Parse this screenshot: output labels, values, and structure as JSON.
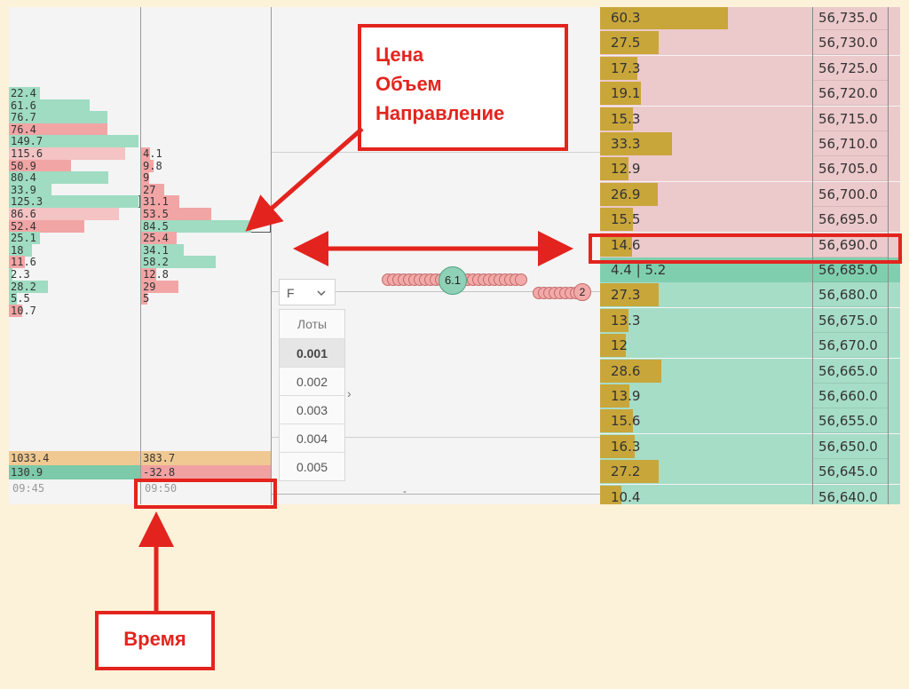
{
  "cluster1": {
    "rows": [
      {
        "label": "22.4",
        "dir": "buy",
        "level": 0.24
      },
      {
        "label": "61.6",
        "dir": "buy",
        "level": 0.62
      },
      {
        "label": "76.7",
        "dir": "buy",
        "level": 0.76
      },
      {
        "label": "76.4",
        "dir": "sell",
        "level": 0.76
      },
      {
        "label": "149.7",
        "dir": "buy",
        "level": 1.0
      },
      {
        "label": "115.6",
        "dir": "sell",
        "level": 0.9
      },
      {
        "label": "50.9",
        "dir": "sell",
        "level": 0.48
      },
      {
        "label": "80.4",
        "dir": "buy",
        "level": 0.77
      },
      {
        "label": "33.9",
        "dir": "buy",
        "level": 0.33
      },
      {
        "label": "125.3",
        "dir": "buy",
        "level": 1.0,
        "selected": true
      },
      {
        "label": "86.6",
        "dir": "sell",
        "level": 0.85
      },
      {
        "label": "52.4",
        "dir": "sell",
        "level": 0.58
      },
      {
        "label": "25.1",
        "dir": "buy",
        "level": 0.24
      },
      {
        "label": "18",
        "dir": "buy",
        "level": 0.18
      },
      {
        "label": "11.6",
        "dir": "sell",
        "level": 0.12
      },
      {
        "label": "2.3",
        "dir": "buy",
        "level": 0.03
      },
      {
        "label": "28.2",
        "dir": "buy",
        "level": 0.3
      },
      {
        "label": "5.5",
        "dir": "buy",
        "level": 0.06
      },
      {
        "label": "10.7",
        "dir": "sell",
        "level": 0.1
      }
    ],
    "total_volume": "1033.4",
    "total_delta": "130.9",
    "time": "09:45"
  },
  "cluster2": {
    "rows": [
      {
        "label": "",
        "dir": "none",
        "level": 0
      },
      {
        "label": "",
        "dir": "none",
        "level": 0
      },
      {
        "label": "",
        "dir": "none",
        "level": 0
      },
      {
        "label": "",
        "dir": "none",
        "level": 0
      },
      {
        "label": "",
        "dir": "none",
        "level": 0
      },
      {
        "label": "4.1",
        "dir": "sell",
        "level": 0.07
      },
      {
        "label": "9.8",
        "dir": "sell",
        "level": 0.1
      },
      {
        "label": "9",
        "dir": "sell",
        "level": 0.06
      },
      {
        "label": "27",
        "dir": "sell",
        "level": 0.18
      },
      {
        "label": "31.1",
        "dir": "sell",
        "level": 0.3
      },
      {
        "label": "53.5",
        "dir": "sell",
        "level": 0.55
      },
      {
        "label": "84.5",
        "dir": "buy",
        "level": 0.86,
        "selected": true
      },
      {
        "label": "25.4",
        "dir": "sell",
        "level": 0.28
      },
      {
        "label": "34.1",
        "dir": "buy",
        "level": 0.33
      },
      {
        "label": "58.2",
        "dir": "buy",
        "level": 0.58
      },
      {
        "label": "12.8",
        "dir": "sell",
        "level": 0.12
      },
      {
        "label": "29",
        "dir": "sell",
        "level": 0.29
      },
      {
        "label": "5",
        "dir": "sell",
        "level": 0.05
      },
      {
        "label": "",
        "dir": "none",
        "level": 0
      }
    ],
    "total_volume": "383.7",
    "total_delta": "-32.8",
    "time": "09:50"
  },
  "tape": {
    "filter_label": "F",
    "lots_header": "Лоты",
    "lots": [
      "0.001",
      "0.002",
      "0.003",
      "0.004",
      "0.005"
    ],
    "bubble_large": "6.1",
    "bubble_small": "2",
    "bottom_dash": "-"
  },
  "dom": {
    "rows": [
      {
        "vol": "60.3",
        "price": "56,735.0",
        "side": "ask",
        "level": 1.0
      },
      {
        "vol": "27.5",
        "price": "56,730.0",
        "side": "ask",
        "level": 0.46
      },
      {
        "vol": "17.3",
        "price": "56,725.0",
        "side": "ask",
        "level": 0.29
      },
      {
        "vol": "19.1",
        "price": "56,720.0",
        "side": "ask",
        "level": 0.32
      },
      {
        "vol": "15.3",
        "price": "56,715.0",
        "side": "ask",
        "level": 0.26
      },
      {
        "vol": "33.3",
        "price": "56,710.0",
        "side": "ask",
        "level": 0.56
      },
      {
        "vol": "12.9",
        "price": "56,705.0",
        "side": "ask",
        "level": 0.22
      },
      {
        "vol": "26.9",
        "price": "56,700.0",
        "side": "ask",
        "level": 0.45
      },
      {
        "vol": "15.5",
        "price": "56,695.0",
        "side": "ask",
        "level": 0.26
      },
      {
        "vol": "14.6",
        "price": "56,690.0",
        "side": "ask",
        "level": 0.25
      },
      {
        "vol": "4.4 | 5.2",
        "price": "56,685.0",
        "side": "spread",
        "level": 0
      },
      {
        "vol": "27.3",
        "price": "56,680.0",
        "side": "bid",
        "level": 0.46
      },
      {
        "vol": "13.3",
        "price": "56,675.0",
        "side": "bid",
        "level": 0.22
      },
      {
        "vol": "12",
        "price": "56,670.0",
        "side": "bid",
        "level": 0.2
      },
      {
        "vol": "28.6",
        "price": "56,665.0",
        "side": "bid",
        "level": 0.48
      },
      {
        "vol": "13.9",
        "price": "56,660.0",
        "side": "bid",
        "level": 0.23
      },
      {
        "vol": "15.6",
        "price": "56,655.0",
        "side": "bid",
        "level": 0.26
      },
      {
        "vol": "16.3",
        "price": "56,650.0",
        "side": "bid",
        "level": 0.27
      },
      {
        "vol": "27.2",
        "price": "56,645.0",
        "side": "bid",
        "level": 0.46
      },
      {
        "vol": "10.4",
        "price": "56,640.0",
        "side": "bid",
        "level": 0.17
      }
    ]
  },
  "annotations": {
    "price_line1": "Цена",
    "price_line2": "Объем",
    "price_line3": "Направление",
    "time_label": "Время"
  },
  "colors": {
    "buy": "#9fdcc2",
    "sell": "#f2a5a5",
    "sell_light": "#f4c3c3",
    "ask_bg": "#ecc9cb",
    "bid_bg": "#a6ddc7",
    "spread_bg": "#7fcfae",
    "gold": "#c9a63a",
    "total_volume": "#f0c992",
    "delta_pos": "#7ccaa9",
    "delta_neg": "#f0a1a1",
    "annotation": "#e3241e",
    "background": "#fcf2d9"
  }
}
